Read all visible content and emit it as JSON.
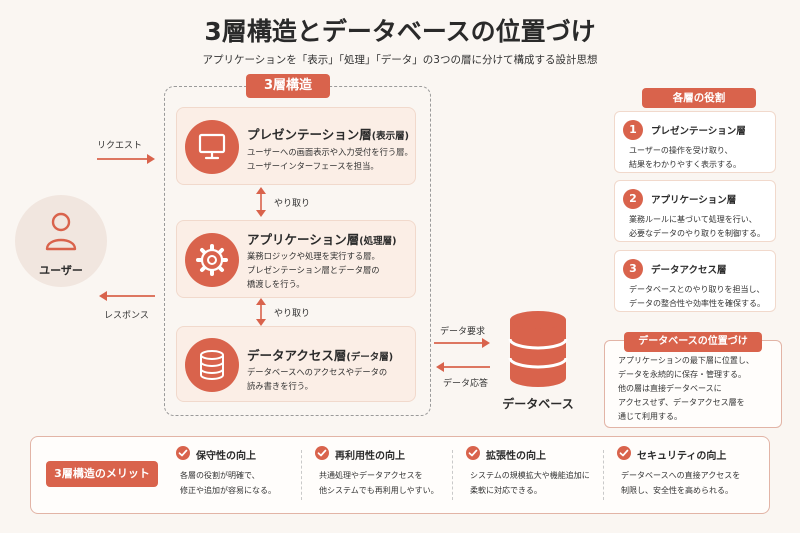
{
  "title": "3層構造とデータベースの位置づけ",
  "subtitle": "アプリケーションを「表示」「処理」「データ」の3つの層に分けて構成する設計思想",
  "main_label": "3層構造",
  "user": {
    "label": "ユーザー",
    "request": "リクエスト",
    "response": "レスポンス"
  },
  "layers": [
    {
      "title": "プレゼンテーション層",
      "sub": "(表示層)",
      "desc1": "ユーザーへの画面表示や入力受付を行う層。",
      "desc2": "ユーザーインターフェースを担当。"
    },
    {
      "title": "アプリケーション層",
      "sub": "(処理層)",
      "desc1": "業務ロジックや処理を実行する層。",
      "desc2": "プレゼンテーション層とデータ層の",
      "desc3": "橋渡しを行う。"
    },
    {
      "title": "データアクセス層",
      "sub": "(データ層)",
      "desc1": "データベースへのアクセスやデータの",
      "desc2": "読み書きを行う。"
    }
  ],
  "exchange": "やり取り",
  "db": {
    "label": "データベース",
    "request": "データ要求",
    "response": "データ応答"
  },
  "roles": {
    "header": "各層の役割",
    "items": [
      {
        "num": "1",
        "title": "プレゼンテーション層",
        "desc1": "ユーザーの操作を受け取り、",
        "desc2": "結果をわかりやすく表示する。"
      },
      {
        "num": "2",
        "title": "アプリケーション層",
        "desc1": "業務ルールに基づいて処理を行い、",
        "desc2": "必要なデータのやり取りを制御する。"
      },
      {
        "num": "3",
        "title": "データアクセス層",
        "desc1": "データベースとのやり取りを担当し、",
        "desc2": "データの整合性や効率性を確保する。"
      }
    ]
  },
  "db_position": {
    "header": "データベースの位置づけ",
    "lines": [
      "アプリケーションの最下層に位置し、",
      "データを永続的に保存・管理する。",
      "他の層は直接データベースに",
      "アクセスせず、データアクセス層を",
      "通じて利用する。"
    ]
  },
  "merits": {
    "header": "3層構造のメリット",
    "items": [
      {
        "title": "保守性の向上",
        "desc1": "各層の役割が明確で、",
        "desc2": "修正や追加が容易になる。"
      },
      {
        "title": "再利用性の向上",
        "desc1": "共通処理やデータアクセスを",
        "desc2": "他システムでも再利用しやすい。"
      },
      {
        "title": "拡張性の向上",
        "desc1": "システムの規模拡大や機能追加に",
        "desc2": "柔軟に対応できる。"
      },
      {
        "title": "セキュリティの向上",
        "desc1": "データベースへの直接アクセスを",
        "desc2": "制限し、安全性を高められる。"
      }
    ]
  },
  "colors": {
    "accent": "#d9634c",
    "background": "#faf6f2",
    "card": "#fbeee6"
  }
}
